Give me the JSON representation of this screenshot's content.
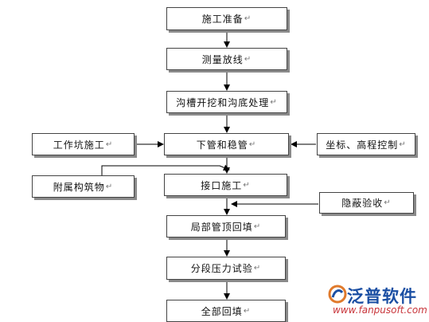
{
  "flowchart": {
    "main_steps": [
      {
        "label": "施工准备"
      },
      {
        "label": "测量放线"
      },
      {
        "label": "沟槽开挖和沟底处理"
      },
      {
        "label": "下管和稳管"
      },
      {
        "label": "接口施工"
      },
      {
        "label": "局部管顶回填"
      },
      {
        "label": "分段压力试验"
      },
      {
        "label": "全部回填"
      }
    ],
    "side_steps": {
      "pit_construction": "工作坑施工",
      "elevation_control": "坐标、高程控制",
      "ancillary_structures": "附属构筑物",
      "concealed_acceptance": "隐蔽验收"
    },
    "paragraph_mark": "↵"
  },
  "watermark": {
    "brand": "泛普软件",
    "url": "www.fanpusoft.com"
  }
}
